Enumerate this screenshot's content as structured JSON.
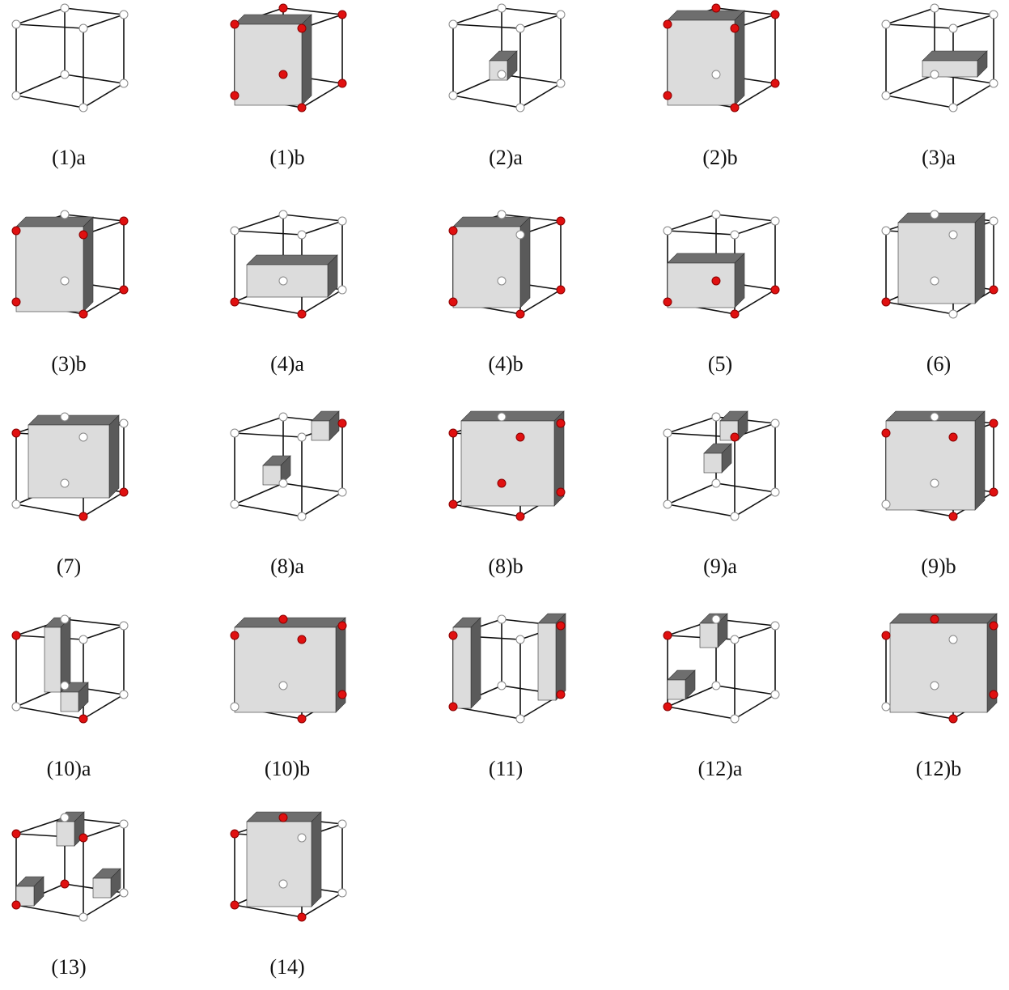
{
  "colors": {
    "vertex_inside": "#e01010",
    "vertex_outside": "#ffffff",
    "edge": "#111111",
    "solid_light": "#dcdcdc",
    "solid_dark": "#5a5a5a"
  },
  "cases": [
    {
      "label": "(1)a",
      "marked_vertices": []
    },
    {
      "label": "(1)b",
      "marked_vertices": [
        0,
        1,
        2,
        3,
        4,
        5,
        6,
        7
      ]
    },
    {
      "label": "(2)a",
      "marked_vertices": []
    },
    {
      "label": "(2)b",
      "marked_vertices": [
        0,
        1,
        2,
        4,
        5,
        6,
        7
      ]
    },
    {
      "label": "(3)a",
      "marked_vertices": []
    },
    {
      "label": "(3)b",
      "marked_vertices": [
        0,
        1,
        2,
        4,
        5,
        6
      ]
    },
    {
      "label": "(4)a",
      "marked_vertices": [
        0,
        1
      ]
    },
    {
      "label": "(4)b",
      "marked_vertices": [
        0,
        1,
        2,
        4,
        6
      ]
    },
    {
      "label": "(5)",
      "marked_vertices": [
        0,
        1,
        2,
        3
      ]
    },
    {
      "label": "(6)",
      "marked_vertices": [
        0,
        2
      ]
    },
    {
      "label": "(7)",
      "marked_vertices": [
        1,
        2,
        4
      ]
    },
    {
      "label": "(8)a",
      "marked_vertices": [
        6
      ]
    },
    {
      "label": "(8)b",
      "marked_vertices": [
        0,
        1,
        2,
        3,
        4,
        5,
        6
      ]
    },
    {
      "label": "(9)a",
      "marked_vertices": [
        5
      ]
    },
    {
      "label": "(9)b",
      "marked_vertices": [
        1,
        2,
        4,
        5,
        6
      ]
    },
    {
      "label": "(10)a",
      "marked_vertices": [
        1,
        4
      ]
    },
    {
      "label": "(10)b",
      "marked_vertices": [
        1,
        2,
        4,
        5,
        6,
        7
      ]
    },
    {
      "label": "(11)",
      "marked_vertices": [
        0,
        2,
        4,
        6
      ]
    },
    {
      "label": "(12)a",
      "marked_vertices": [
        0,
        4
      ]
    },
    {
      "label": "(12)b",
      "marked_vertices": [
        1,
        2,
        4,
        6,
        7
      ]
    },
    {
      "label": "(13)",
      "marked_vertices": [
        0,
        3,
        4,
        5
      ]
    },
    {
      "label": "(14)",
      "marked_vertices": [
        0,
        1,
        4,
        7
      ]
    }
  ]
}
